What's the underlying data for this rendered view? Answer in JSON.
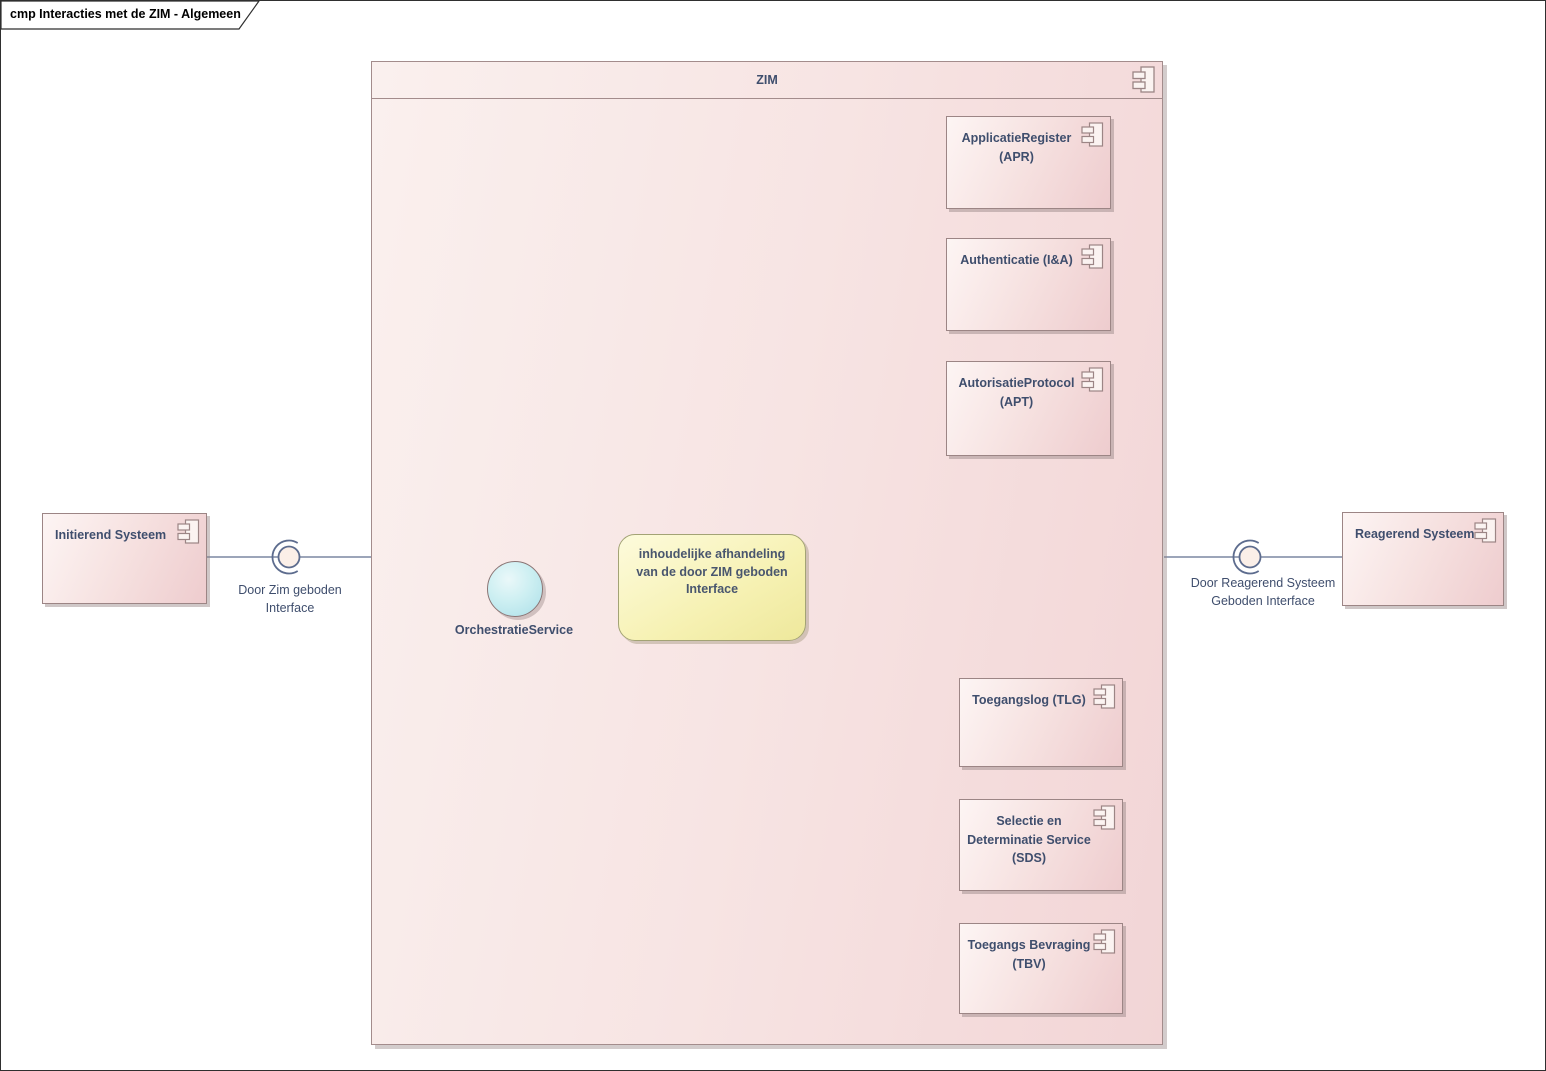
{
  "frame": {
    "title": "cmp Interacties met de ZIM - Algemeen"
  },
  "container": {
    "label": "ZIM"
  },
  "components": {
    "initierend": {
      "lines": [
        "Initierend Systeem"
      ]
    },
    "reagerend": {
      "lines": [
        "Reagerend Systeem"
      ]
    },
    "apr": {
      "lines": [
        "ApplicatieRegister",
        "(APR)"
      ]
    },
    "authenticatie": {
      "lines": [
        "Authenticatie (I&A)"
      ]
    },
    "apt": {
      "lines": [
        "AutorisatieProtocol",
        "(APT)"
      ]
    },
    "tlg": {
      "lines": [
        "Toegangslog (TLG)"
      ]
    },
    "sds": {
      "lines": [
        "Selectie en",
        "Determinatie Service",
        "(SDS)"
      ]
    },
    "tbv": {
      "lines": [
        "Toegangs Bevraging",
        "(TBV)"
      ]
    }
  },
  "interfaces": {
    "orchestratie": {
      "label": "OrchestratieService"
    },
    "left": {
      "lines": [
        "Door Zim geboden",
        "Interface"
      ]
    },
    "right": {
      "lines": [
        "Door Reagerend Systeem",
        "Geboden Interface"
      ]
    }
  },
  "note": {
    "lines": [
      "inhoudelijke afhandeling",
      "van de door ZIM geboden",
      "Interface"
    ]
  },
  "colors": {
    "component_fill_light": "#fdf5f4",
    "component_fill_dark": "#eeccce",
    "container_fill_light": "#faf0ee",
    "container_fill_dark": "#f2d5d6",
    "border": "#9c8585",
    "label_text": "#3f4e6d",
    "connector": "#68799a",
    "ball_stroke": "#5d6c8e",
    "ball_fill": "#fbefe8",
    "orchestratie_fill": "#bfe7ec",
    "note_fill": "#f6f1b2",
    "note_border": "#a3a375"
  }
}
